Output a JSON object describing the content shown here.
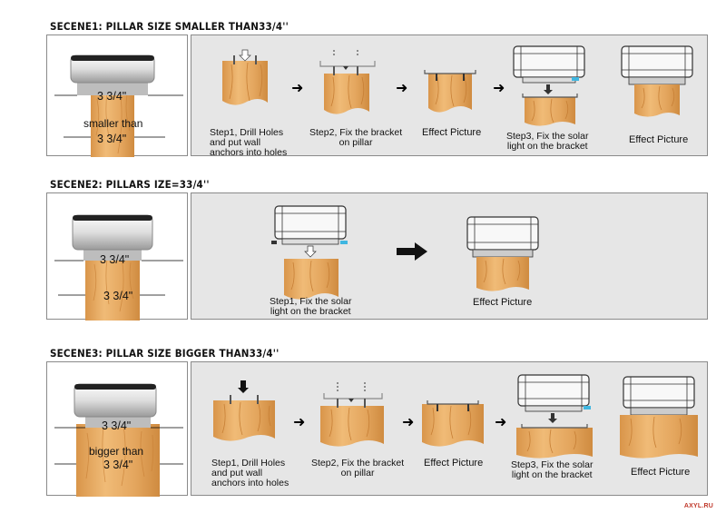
{
  "scenes": [
    {
      "title": "SECENE1: PILLAR SIZE SMALLER THAN33/4''",
      "left": {
        "measure_top": "3 3/4\"",
        "middle_text": "smaller than",
        "measure_bottom": "3 3/4\""
      },
      "steps": [
        {
          "label_lines": [
            "Step1, Drill Holes",
            "and put wall",
            "anchors into holes"
          ]
        },
        {
          "label_lines": [
            "Step2, Fix the bracket",
            "on pillar"
          ]
        },
        {
          "label_lines": [
            "Effect Picture"
          ]
        },
        {
          "label_lines": [
            "Step3, Fix the solar",
            "light on the bracket"
          ]
        },
        {
          "label_lines": [
            "Effect Picture"
          ]
        }
      ]
    },
    {
      "title": "SECENE2: PILLARS IZE=33/4''",
      "left": {
        "measure_top": "3 3/4\"",
        "measure_bottom": "3 3/4\""
      },
      "steps": [
        {
          "label_lines": [
            "Step1, Fix the solar",
            "light on the bracket"
          ]
        },
        {
          "label_lines": [
            "Effect Picture"
          ]
        }
      ]
    },
    {
      "title": "SECENE3: PILLAR SIZE BIGGER THAN33/4''",
      "left": {
        "measure_top": "3 3/4\"",
        "middle_text": "bigger than",
        "measure_bottom": "3 3/4\""
      },
      "steps": [
        {
          "label_lines": [
            "Step1, Drill Holes",
            "and put wall",
            "anchors into holes"
          ]
        },
        {
          "label_lines": [
            "Step2, Fix the bracket",
            "on pillar"
          ]
        },
        {
          "label_lines": [
            "Effect Picture"
          ]
        },
        {
          "label_lines": [
            "Step3, Fix the solar",
            "light on the bracket"
          ]
        },
        {
          "label_lines": [
            "Effect Picture"
          ]
        }
      ]
    }
  ],
  "watermark": "AXYL.RU",
  "colors": {
    "wood": "#e3a55a",
    "wood_dark": "#c98a3e",
    "panel_bg": "#e6e6e6",
    "border": "#8a8a8a",
    "light_body": "#f4f4f4"
  }
}
